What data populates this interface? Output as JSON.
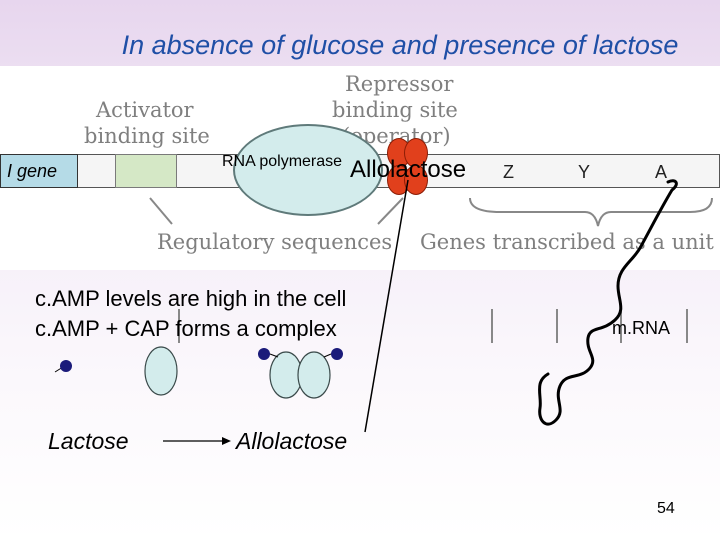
{
  "title": "In absence of glucose  and presence of lactose",
  "figure": {
    "repressor_site": [
      "Repressor",
      "binding site",
      "(operator)"
    ],
    "activator_site": [
      "Activator",
      "binding site"
    ],
    "regulatory_label": "Regulatory sequences",
    "genes_label": "Genes transcribed as a unit",
    "i_gene": "I gene",
    "genes": [
      "Z",
      "Y",
      "A"
    ]
  },
  "overlay": {
    "rna_polymerase": "RNA polymerase",
    "allolactose": "Allolactose"
  },
  "body_lines": [
    "c.AMP levels are high in the cell",
    "c.AMP + CAP forms a complex"
  ],
  "mrna": "m.RNA",
  "lactose": "Lactose",
  "allolactose_product": "Allolactose",
  "page_number": "54",
  "colors": {
    "title": "#1f4fa6",
    "i_gene_box": "#b5dbe7",
    "activator_box": "#d5e8c6",
    "polymerase": "#d3ecec",
    "allolactose_beads": "#e1401c",
    "cap_protein": "#d3ecec",
    "camp_dot": "#1b1b7a"
  }
}
